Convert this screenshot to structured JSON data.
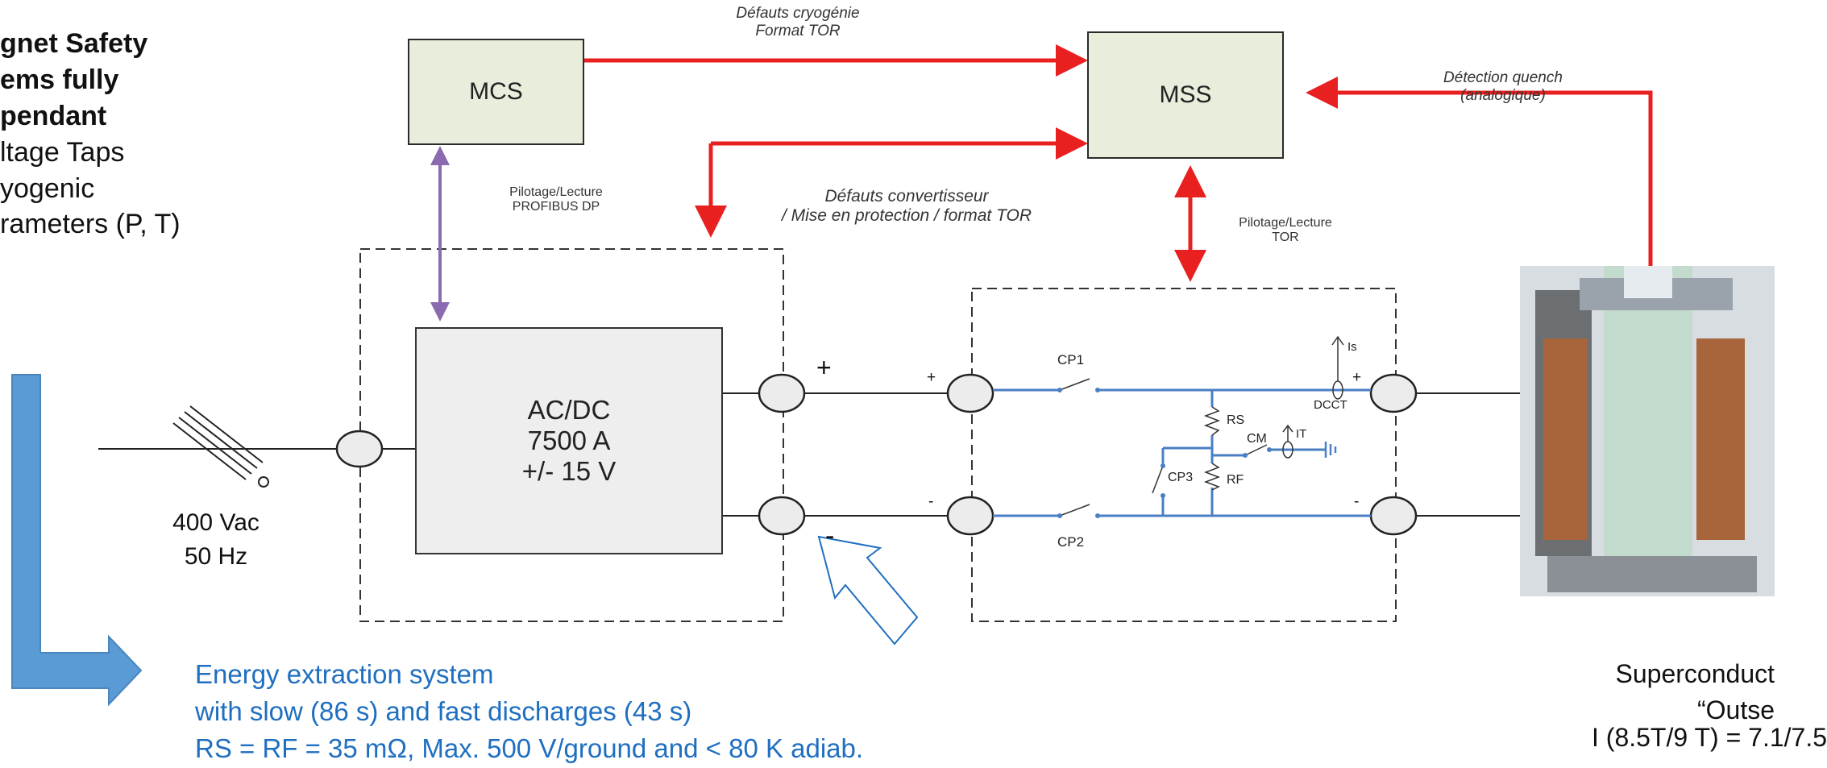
{
  "left_text": {
    "heading_line1": "gnet Safety",
    "heading_line2": "ems fully",
    "heading_line3": "pendant",
    "item1": "ltage Taps",
    "item2": "yogenic",
    "item3": "rameters (P, T)"
  },
  "boxes": {
    "mcs": "MCS",
    "mss": "MSS",
    "converter_line1": "AC/DC",
    "converter_line2": "7500 A",
    "converter_line3": "+/- 15 V"
  },
  "signals": {
    "cryo_line1": "Défauts cryogénie",
    "cryo_line2": "Format TOR",
    "quench_line1": "Détection quench",
    "quench_line2": "(analogique)",
    "conv_line1": "Défauts convertisseur",
    "conv_line2": "/ Mise en protection / format TOR",
    "pilot1_line1": "Pilotage/Lecture",
    "pilot1_line2": "PROFIBUS DP",
    "pilot2_line1": "Pilotage/Lecture",
    "pilot2_line2": "TOR"
  },
  "supply": {
    "voltage": "400 Vac",
    "freq": "50 Hz"
  },
  "polarity": {
    "plus": "+",
    "minus": "-"
  },
  "circuit": {
    "cp1": "CP1",
    "cp2": "CP2",
    "cp3": "CP3",
    "rs": "RS",
    "rf": "RF",
    "cm": "CM",
    "it": "IT",
    "is": "Is",
    "dcct": "DCCT"
  },
  "energy": {
    "line1": "Energy extraction system",
    "line2": "with slow (86 s) and fast discharges (43 s)",
    "line3": "RS = RF = 35 mΩ, Max. 500 V/ground and < 80 K adiab."
  },
  "magnet": {
    "line1": "Superconduct",
    "line2": "“Outse",
    "line3": "I (8.5T/9 T) = 7.1/7.5"
  },
  "colors": {
    "signal_red": "#e8201f",
    "link_purple": "#8a6bb0",
    "circuit_blue": "#4a7fc4",
    "arrow_blue": "#5b9bd5",
    "text_blue": "#1f6fc0"
  }
}
